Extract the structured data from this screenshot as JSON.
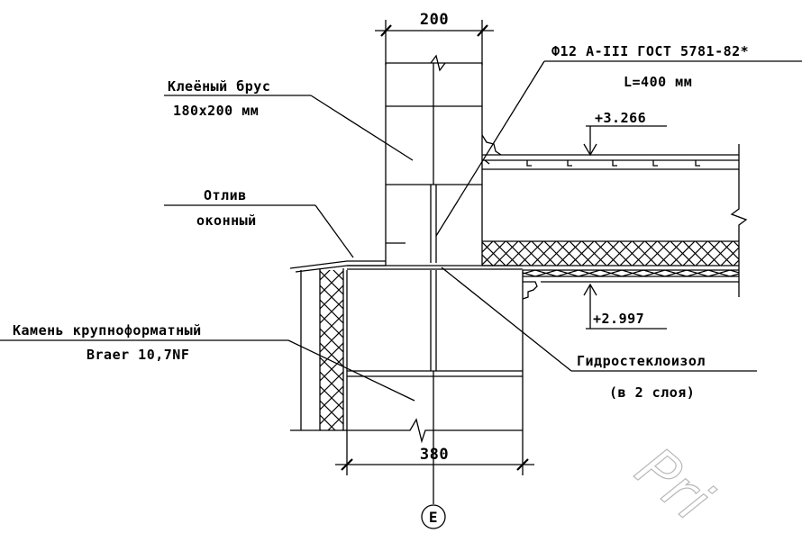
{
  "labels": {
    "dim_top": "200",
    "dim_bottom": "380",
    "rebar_line1": "Ф12 А-III ГОСТ 5781-82*",
    "rebar_line2": "L=400 мм",
    "level_top": "+3.266",
    "level_bottom": "+2.997",
    "beam_line1": "Клеёный брус",
    "beam_line2": "180х200 мм",
    "sill_line1": "Отлив",
    "sill_line2": "оконный",
    "stone_line1": "Камень крупноформатный",
    "stone_line2": "Braer 10,7NF",
    "waterproof_line1": "Гидростеклоизол",
    "waterproof_line2": "(в 2 слоя)",
    "axis": "Е",
    "watermark": "Pri"
  }
}
